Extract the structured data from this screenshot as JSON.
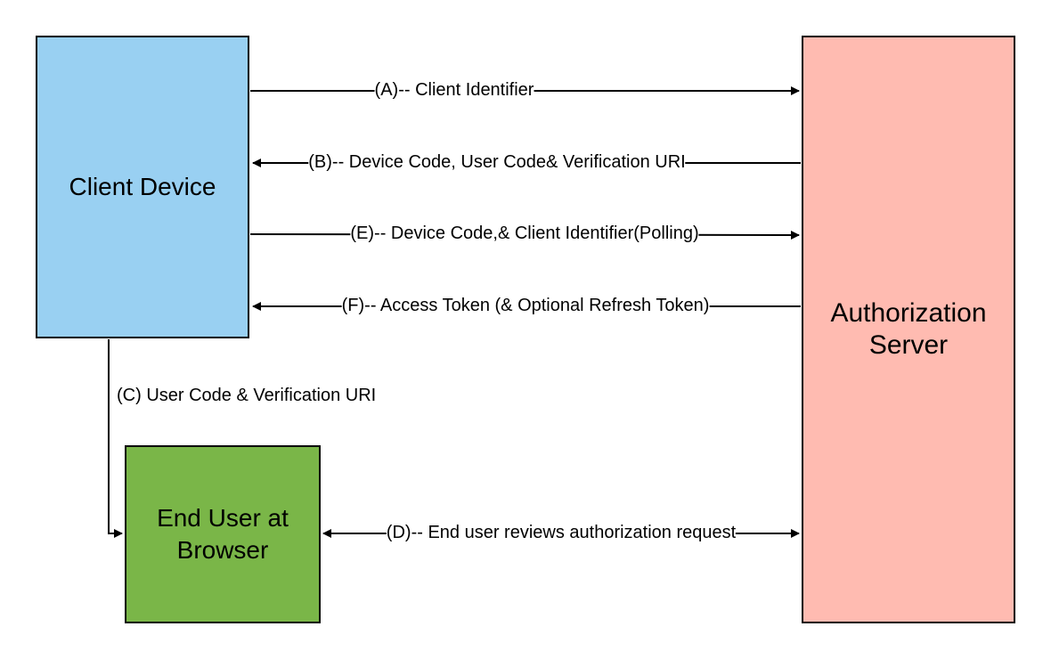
{
  "colors": {
    "client_fill": "#99d0f2",
    "browser_fill": "#7ab648",
    "auth_fill": "#ffbbb1",
    "line": "#000000"
  },
  "nodes": {
    "client": {
      "label": "Client Device"
    },
    "browser": {
      "line1": "End User at",
      "line2": "Browser"
    },
    "auth": {
      "line1": "Authorization",
      "line2": "Server"
    }
  },
  "edges": {
    "a": {
      "label": "(A)-- Client Identifier"
    },
    "b": {
      "label": "(B)-- Device Code, User Code& Verification URI"
    },
    "e": {
      "label": "(E)-- Device Code,& Client Identifier(Polling)"
    },
    "f": {
      "label": "(F)-- Access Token (& Optional Refresh Token)"
    },
    "c": {
      "label": "(C) User Code & Verification URI"
    },
    "d": {
      "label": "(D)-- End user reviews authorization request"
    }
  }
}
